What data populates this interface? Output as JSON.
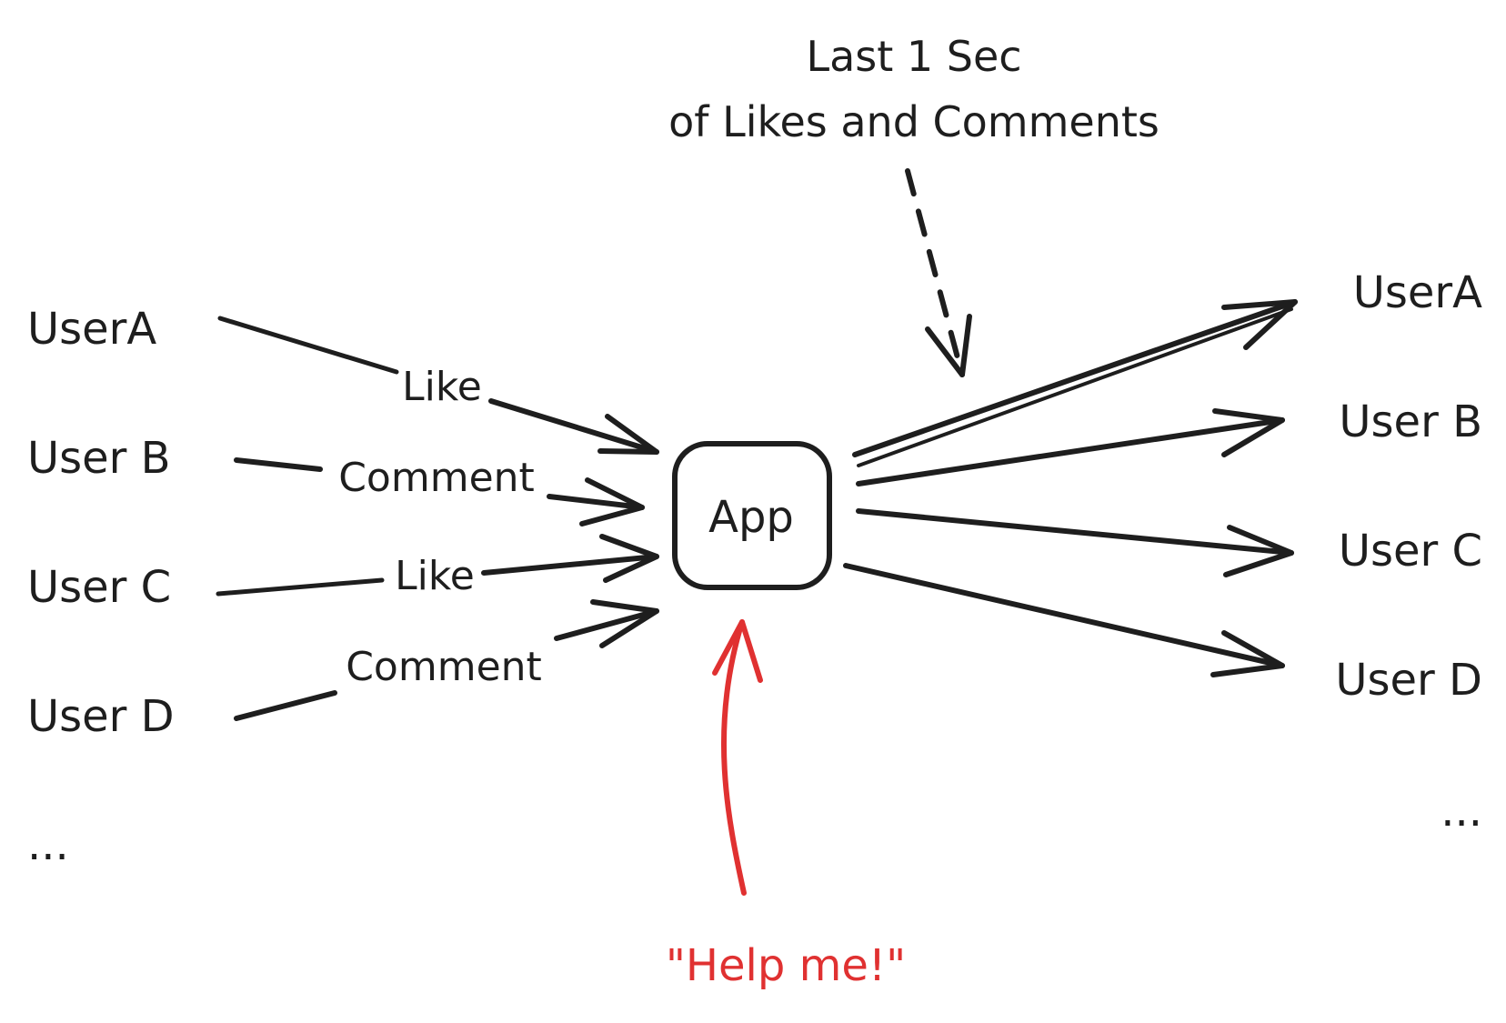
{
  "note": {
    "line1": "Last 1 Sec",
    "line2": "of Likes and Comments"
  },
  "app": {
    "label": "App"
  },
  "senders": [
    {
      "label": "UserA",
      "action": "Like"
    },
    {
      "label": "User B",
      "action": "Comment"
    },
    {
      "label": "User C",
      "action": "Like"
    },
    {
      "label": "User D",
      "action": "Comment"
    }
  ],
  "senders_more": "...",
  "receivers": [
    {
      "label": "UserA"
    },
    {
      "label": "User B"
    },
    {
      "label": "User C"
    },
    {
      "label": "User D"
    }
  ],
  "receivers_more": "...",
  "help": {
    "label": "\"Help me!\""
  },
  "colors": {
    "ink": "#1e1e1e",
    "accent": "#e03131",
    "background": "#ffffff"
  }
}
